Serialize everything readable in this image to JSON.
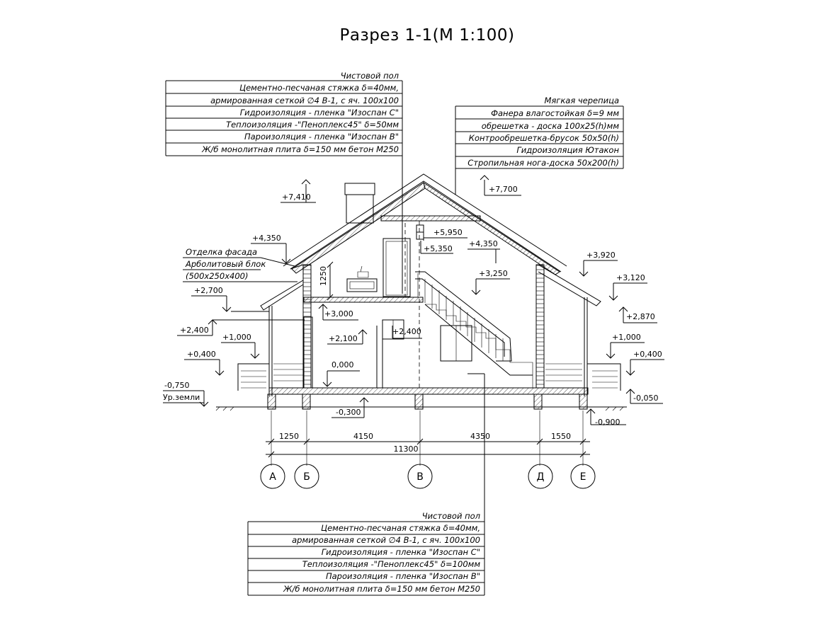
{
  "title": "Разрез 1-1(М 1:100)",
  "top_floor_layers": {
    "heading": "Чистовой пол",
    "layers": [
      "Цементно-песчаная стяжка δ=40мм,",
      "армированная сеткой ∅4 В-1, с яч. 100х100",
      "Гидроизоляция - пленка \"Изоспан С\"",
      "Теплоизоляция -\"Пеноплекс45\" δ=50мм",
      "Пароизоляция - пленка \"Изоспан В\"",
      "Ж/б монолитная плита δ=150 мм бетон М250"
    ]
  },
  "roof_layers": {
    "heading": "Мягкая черепица",
    "layers": [
      "Фанера влагостойкая δ=9 мм",
      "обрешетка - доска 100х25(h)мм",
      "Контрообрешетка-брусок 50х50(h)",
      "Гидроизоляция Ютакон",
      "Стропильная нога-доска 50х200(h)"
    ]
  },
  "bottom_floor_layers": {
    "heading": "Чистовой пол",
    "layers": [
      "Цементно-песчаная стяжка δ=40мм,",
      "армированная сеткой ∅4 В-1, с яч. 100х100",
      "Гидроизоляция - пленка \"Изоспан С\"",
      "Теплоизоляция -\"Пеноплекс45\" δ=100мм",
      "Пароизоляция - пленка \"Изоспан В\"",
      "Ж/б монолитная плита δ=150 мм бетон М250"
    ]
  },
  "wall_layers": {
    "facade": "Отделка фасада",
    "block": "Арболитовый блок",
    "block_size": "(500х250х400)"
  },
  "levels": {
    "l7410": "+7,410",
    "l7700": "+7,700",
    "l5950": "+5,950",
    "l5350": "+5,350",
    "l4350_left": "+4,350",
    "l4350_mid": "+4,350",
    "l3920": "+3,920",
    "l3250": "+3,250",
    "l3120": "+3,120",
    "l3000": "+3,000",
    "l2870": "+2,870",
    "l2700": "+2,700",
    "l2400_left": "+2,400",
    "l2400_mid": "+2,400",
    "l2100": "+2,100",
    "l1000_left": "+1,000",
    "l1000_right": "+1,000",
    "l0400_left": "+0,400",
    "l0400_right": "+0,400",
    "l0000": "0,000",
    "m0050": "-0,050",
    "m0300": "-0,300",
    "m0750": "-0,750",
    "m0900": "-0,900",
    "ground": "Ур.земли"
  },
  "dimension_1250_height": "1250",
  "dimensions": {
    "spans": [
      "1250",
      "4150",
      "4350",
      "1550"
    ],
    "total": "11300"
  },
  "axes": [
    "А",
    "Б",
    "В",
    "Д",
    "Е"
  ]
}
